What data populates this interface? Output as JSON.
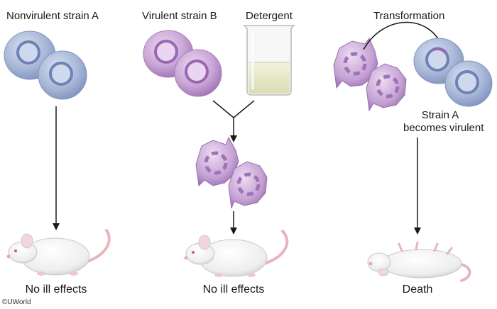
{
  "labels": {
    "strain_a": "Nonvirulent strain A",
    "strain_b": "Virulent strain B",
    "detergent": "Detergent",
    "transformation": "Transformation",
    "strain_a_virulent_line1": "Strain A",
    "strain_a_virulent_line2": "becomes virulent"
  },
  "outcomes": {
    "left": "No ill effects",
    "middle": "No ill effects",
    "right": "Death"
  },
  "copyright": "©UWorld",
  "colors": {
    "nonvirulent_cell": "#a9b8d8",
    "virulent_cell": "#c9a6d6",
    "fragment": "#b98fc9",
    "mouse": "#f4f4f4",
    "tail": "#e8b4bd",
    "arrow": "#1a1a1a"
  }
}
